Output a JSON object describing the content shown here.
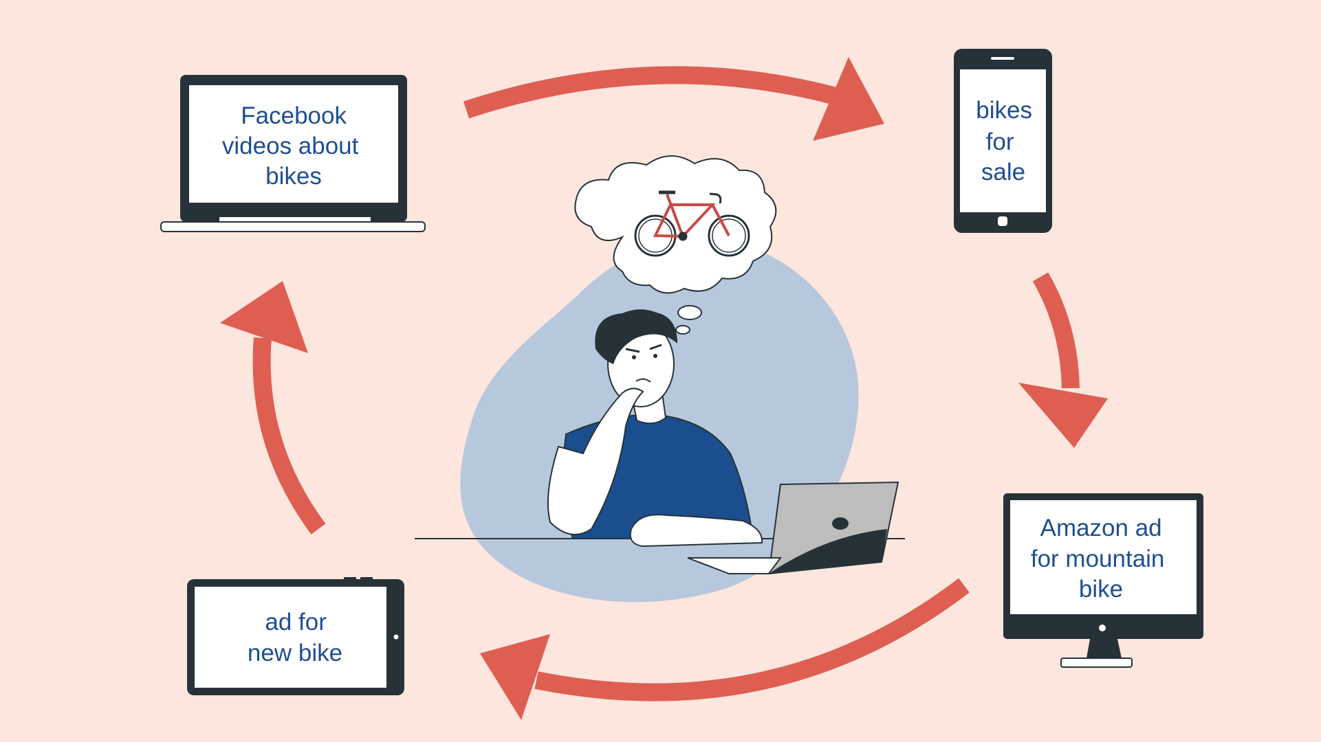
{
  "colors": {
    "background": "#FDE6DE",
    "arrow": "#DE5F52",
    "device_body": "#263238",
    "screen": "#FFFFFF",
    "label_text": "#1F4E91",
    "blob": "#B8C8DC",
    "shirt": "#1B4E8F",
    "bike_frame": "#C84A45"
  },
  "icons": {
    "laptop": "laptop-icon",
    "phone": "smartphone-icon",
    "monitor": "desktop-monitor-icon",
    "tablet": "tablet-icon",
    "bike": "bicycle-icon",
    "thought": "thought-bubble-icon",
    "person": "thinking-person-icon"
  },
  "devices": {
    "laptop": {
      "lines": [
        "Facebook",
        "videos about",
        "bikes"
      ]
    },
    "phone": {
      "lines": [
        "bikes",
        "for",
        "sale"
      ]
    },
    "monitor": {
      "lines": [
        "Amazon ad",
        "for mountain",
        "bike"
      ]
    },
    "tablet": {
      "lines": [
        "ad for",
        "new bike"
      ]
    }
  }
}
